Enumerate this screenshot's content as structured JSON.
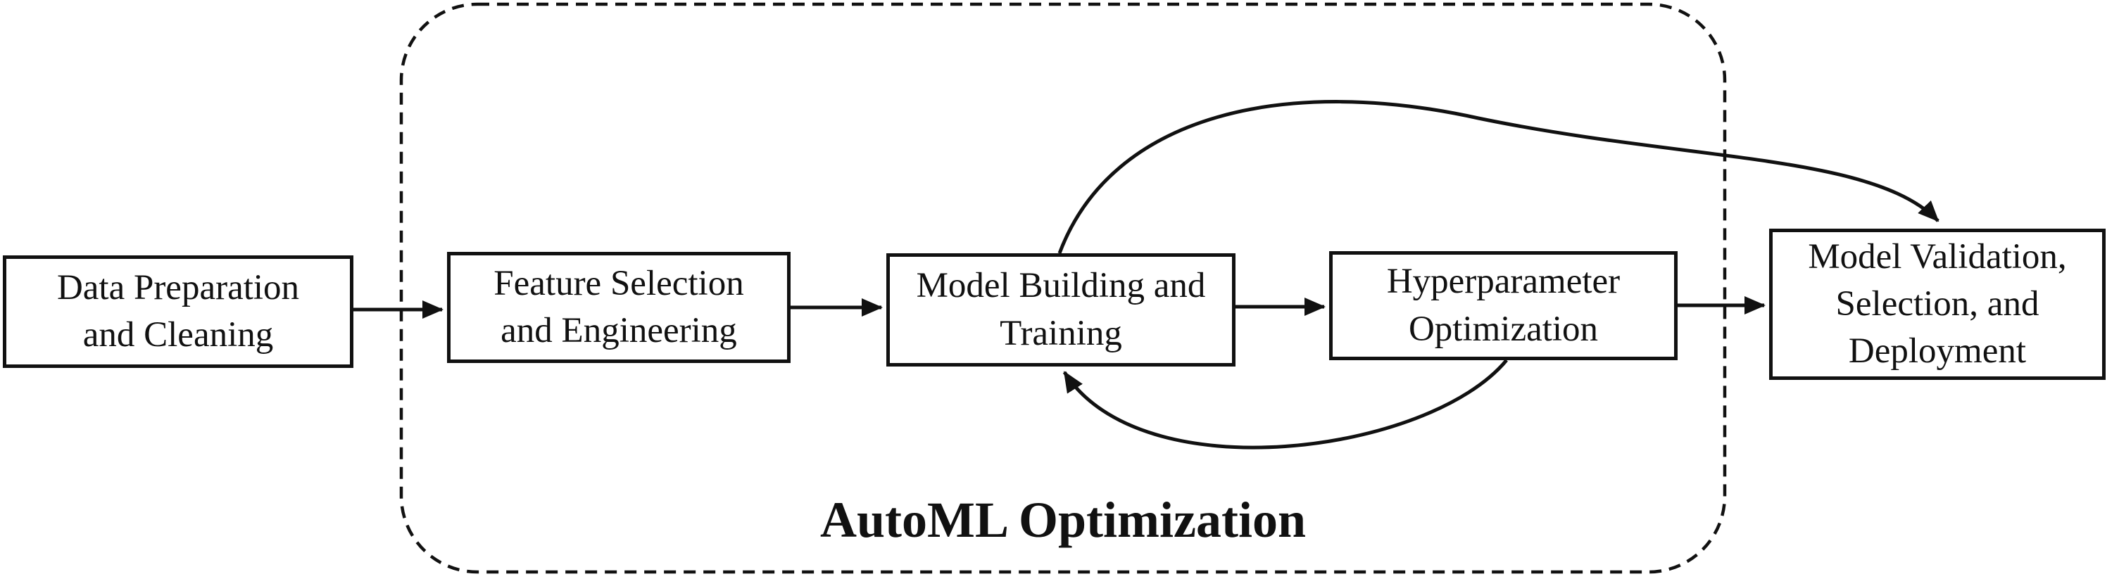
{
  "diagram": {
    "type": "flowchart",
    "group": {
      "label": "AutoML Optimization",
      "style": "dashed-rounded-rectangle",
      "contains": [
        "feature-selection",
        "model-building",
        "hyperparameter-optimization"
      ]
    },
    "nodes": [
      {
        "id": "data-preparation",
        "label": "Data Preparation\nand Cleaning",
        "inside_group": false
      },
      {
        "id": "feature-selection",
        "label": "Feature Selection\nand Engineering",
        "inside_group": true
      },
      {
        "id": "model-building",
        "label": "Model Building and\nTraining",
        "inside_group": true
      },
      {
        "id": "hyperparameter-optimization",
        "label": "Hyperparameter\nOptimization",
        "inside_group": true
      },
      {
        "id": "model-validation",
        "label": "Model Validation,\nSelection, and\nDeployment",
        "inside_group": false
      }
    ],
    "edges": [
      {
        "from": "data-preparation",
        "to": "feature-selection",
        "style": "straight-arrow"
      },
      {
        "from": "feature-selection",
        "to": "model-building",
        "style": "straight-arrow"
      },
      {
        "from": "model-building",
        "to": "hyperparameter-optimization",
        "style": "straight-arrow"
      },
      {
        "from": "hyperparameter-optimization",
        "to": "model-validation",
        "style": "straight-arrow"
      },
      {
        "from": "model-building",
        "to": "model-validation",
        "style": "curved-arrow-over-top"
      },
      {
        "from": "hyperparameter-optimization",
        "to": "model-building",
        "style": "curved-feedback-arrow-bottom"
      }
    ],
    "colors": {
      "ink": "#111111",
      "background": "#ffffff",
      "node_fill": "#ffffff"
    }
  }
}
